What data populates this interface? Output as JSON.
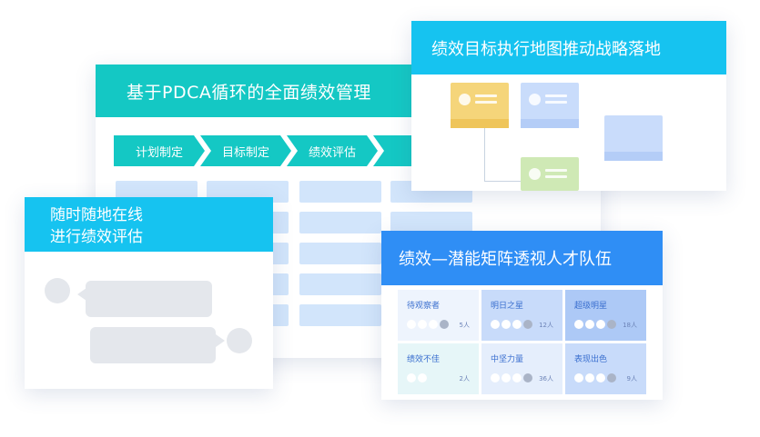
{
  "pdca": {
    "title": "基于PDCA循环的全面绩效管理",
    "steps": [
      "计划制定",
      "目标制定",
      "绩效评估",
      "绩"
    ]
  },
  "chat": {
    "title_line1": "随时随地在线",
    "title_line2": "进行绩效评估"
  },
  "goal_map": {
    "title": "绩效目标执行地图推动战略落地"
  },
  "talent": {
    "title": "绩效—潜能矩阵透视人才队伍",
    "cells": [
      {
        "label": "待观察者",
        "count": "5人"
      },
      {
        "label": "明日之星",
        "count": "12人"
      },
      {
        "label": "超级明星",
        "count": "18人"
      },
      {
        "label": "绩效不佳",
        "count": "2人"
      },
      {
        "label": "中坚力量",
        "count": "36人"
      },
      {
        "label": "表现出色",
        "count": "9人"
      }
    ]
  },
  "colors": {
    "teal": "#14c8c4",
    "cyan": "#16c3f0",
    "blue": "#2f8ef5",
    "grid_blue": "#d2e5fb",
    "node_yellow": "#f5d57a",
    "node_blue": "#c9dcfb",
    "node_green": "#cfe9b5"
  }
}
